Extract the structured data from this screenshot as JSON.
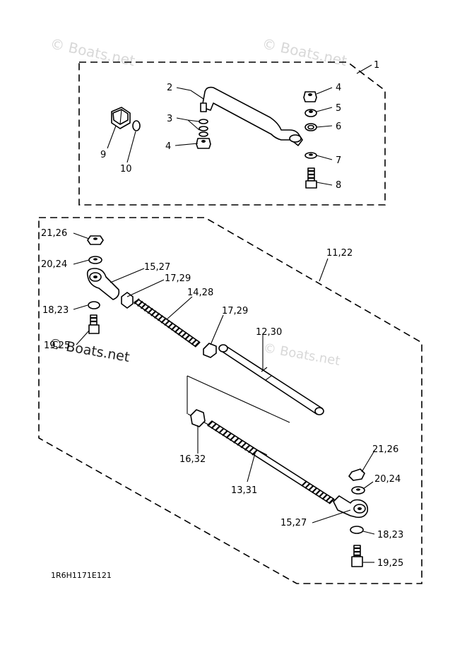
{
  "watermarks": {
    "top_left": "© Boats.net",
    "top_right": "© Boats.net",
    "mid_left": "© Boats.net",
    "mid_right": "© Boats.net"
  },
  "callouts": {
    "c1": "1",
    "c2": "2",
    "c3": "3",
    "c4a": "4",
    "c4b": "4",
    "c5": "5",
    "c6": "6",
    "c7": "7",
    "c8": "8",
    "c9": "9",
    "c10": "10",
    "c11_22": "11,22",
    "c12_30": "12,30",
    "c13_31": "13,31",
    "c14_28": "14,28",
    "c15_27a": "15,27",
    "c15_27b": "15,27",
    "c16_32": "16,32",
    "c17_29a": "17,29",
    "c17_29b": "17,29",
    "c18_23a": "18,23",
    "c18_23b": "18,23",
    "c19_25a": "19,25",
    "c19_25b": "19,25",
    "c20_24a": "20,24",
    "c20_24b": "20,24",
    "c21_26a": "21,26",
    "c21_26b": "21,26"
  },
  "diagram_code": "1R6H1171E121"
}
